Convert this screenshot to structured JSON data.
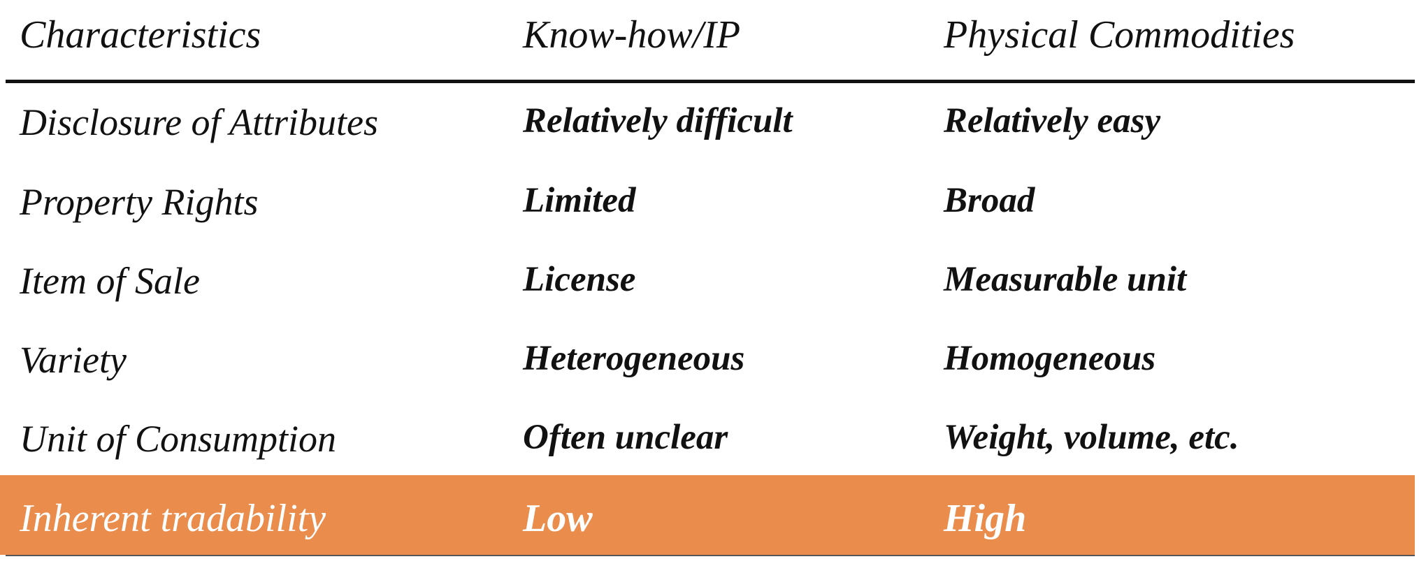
{
  "header": {
    "characteristics": "Characteristics",
    "knowhow": "Know-how/IP",
    "physical": "Physical Commodities"
  },
  "rows": [
    {
      "label": "Disclosure of Attributes",
      "knowhow": "Relatively difficult",
      "physical": "Relatively easy"
    },
    {
      "label": "Property Rights",
      "knowhow": "Limited",
      "physical": "Broad"
    },
    {
      "label": "Item of Sale",
      "knowhow": "License",
      "physical": "Measurable unit"
    },
    {
      "label": "Variety",
      "knowhow": "Heterogeneous",
      "physical": "Homogeneous"
    },
    {
      "label": "Unit of Consumption",
      "knowhow": "Often unclear",
      "physical": "Weight, volume, etc."
    }
  ],
  "summary": {
    "label": "Inherent tradability",
    "knowhow": "Low",
    "physical": "High"
  },
  "colors": {
    "highlight": "#ea8c4c",
    "highlight_text": "#ffffff",
    "text": "#111111"
  }
}
